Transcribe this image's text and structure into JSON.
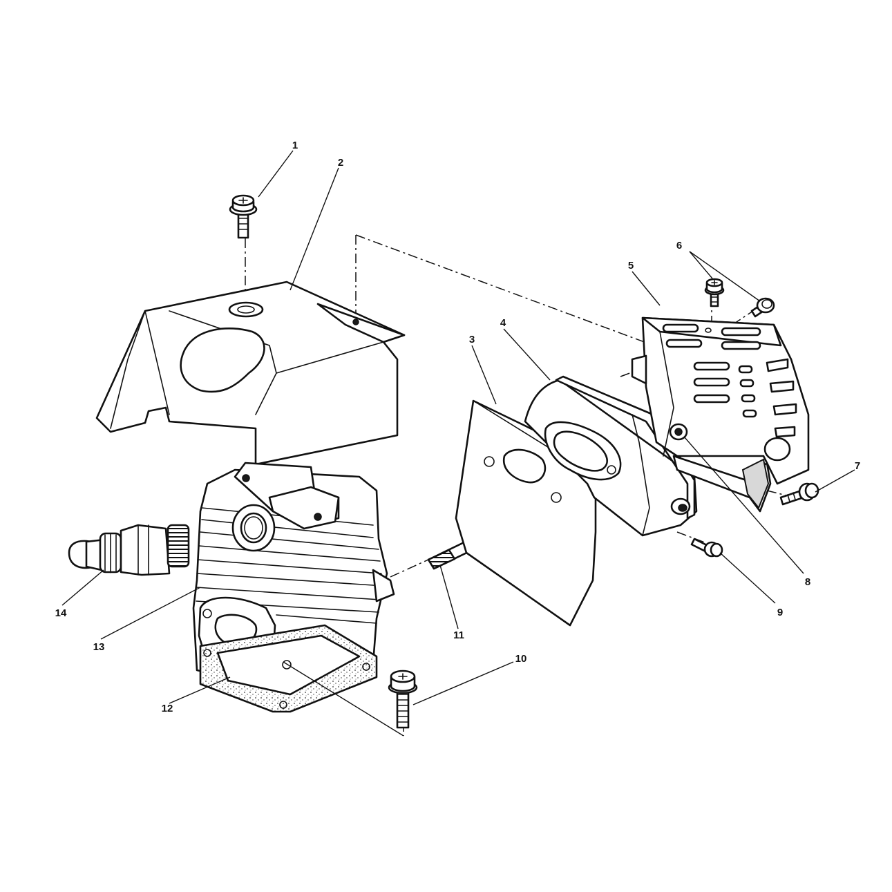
{
  "callouts": [
    "1",
    "2",
    "3",
    "4",
    "5",
    "6",
    "7",
    "8",
    "9",
    "10",
    "11",
    "12",
    "13",
    "14"
  ],
  "colors": {
    "line": "#111111",
    "background": "#ffffff"
  }
}
